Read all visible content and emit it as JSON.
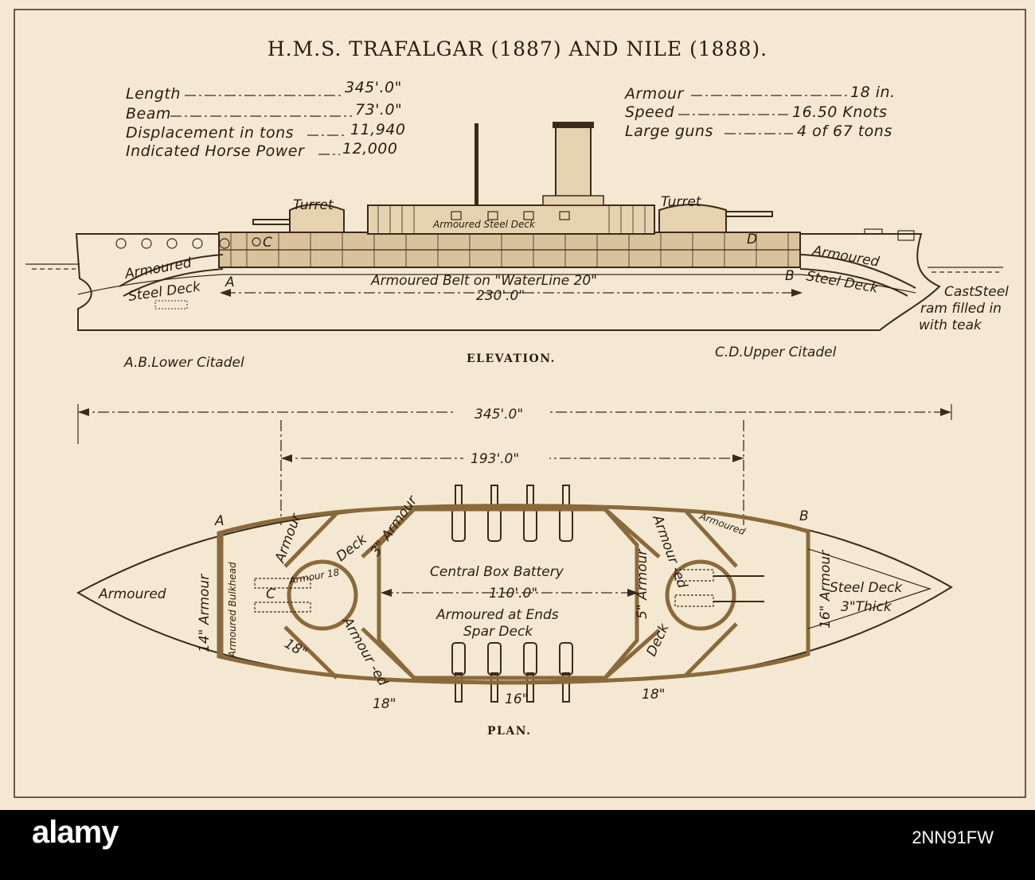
{
  "title": "H.M.S. TRAFALGAR (1887) AND NILE (1888).",
  "specs_left": [
    {
      "label": "Length",
      "value": "345'.0\""
    },
    {
      "label": "Beam",
      "value": "73'.0\""
    },
    {
      "label": "Displacement in tons",
      "value": "11,940"
    },
    {
      "label": "Indicated Horse Power",
      "value": "12,000"
    }
  ],
  "specs_right": [
    {
      "label": "Armour",
      "value": "18 in."
    },
    {
      "label": "Speed",
      "value": "16.50 Knots"
    },
    {
      "label": "Large guns",
      "value": "4 of 67 tons"
    }
  ],
  "elevation": {
    "caption": "ELEVATION.",
    "turret_label": "Turret",
    "deck_label": "Armoured Steel Deck",
    "belt_label": "Armoured Belt on \"WaterLine 20\"",
    "belt_length": "230'.0\"",
    "armoured": "Armoured",
    "steel_deck": "Steel Deck",
    "ram_label": [
      "CastSteel",
      "ram filled in",
      "with teak"
    ],
    "marker_a": "A",
    "marker_b": "B",
    "marker_c": "C",
    "marker_d": "D",
    "lower_citadel": "A.B.Lower Citadel",
    "upper_citadel": "C.D.Upper Citadel"
  },
  "plan": {
    "caption": "PLAN.",
    "overall_length": "345'.0\"",
    "battery_length": "193'.0\"",
    "box_length": "110'.0\"",
    "central_box": "Central Box Battery",
    "armoured_ends": "Armoured at Ends",
    "spar_deck": "Spar Deck",
    "armoured_bow": "Armoured",
    "armour_14": "14\" Armour",
    "bulkhead": "Armoured Bulkhead",
    "armour_3": "3\" Armour",
    "armour_5": "5\" Armour",
    "armour_16": "16\" Armour",
    "armour_18": "Armour 18",
    "armour": "Armour",
    "deck": "Deck",
    "armour_ed": "Armour -ed",
    "armoured": "Armoured",
    "steel_deck": "Steel Deck",
    "thick": "3\"Thick",
    "belt_18_left": "18\"",
    "belt_16": "16\"",
    "belt_18_right": "18\"",
    "side_18": "18\"",
    "marker_a": "A",
    "marker_b": "B",
    "marker_c": "C"
  },
  "footer": {
    "logo": "alamy",
    "stock_id": "2NN91FW"
  }
}
